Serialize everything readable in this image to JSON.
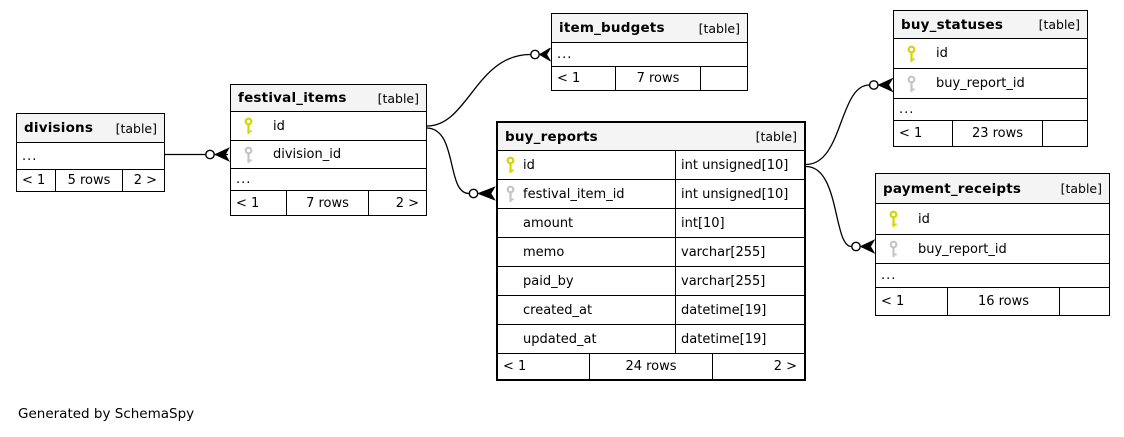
{
  "credit": "Generated by SchemaSpy",
  "colors": {
    "primary_key_icon": "#d4d400",
    "foreign_key_icon": "#c4c4c4",
    "table_header_bg": "#f4f4f4",
    "border": "#000000",
    "background": "#ffffff"
  },
  "tables": {
    "divisions": {
      "title": "divisions",
      "tag": "[table]",
      "ellipsis": "...",
      "pager": {
        "prev": "< 1",
        "count": "5 rows",
        "next": "2 >"
      }
    },
    "festival_items": {
      "title": "festival_items",
      "tag": "[table]",
      "ellipsis": "...",
      "columns": [
        {
          "name": "id",
          "key": "primary",
          "icon": "primary-key-icon"
        },
        {
          "name": "division_id",
          "key": "foreign",
          "icon": "foreign-key-icon"
        }
      ],
      "pager": {
        "prev": "< 1",
        "count": "7 rows",
        "next": "2 >"
      }
    },
    "item_budgets": {
      "title": "item_budgets",
      "tag": "[table]",
      "ellipsis": "...",
      "pager": {
        "prev": "< 1",
        "count": "7 rows",
        "next": ""
      }
    },
    "buy_reports": {
      "title": "buy_reports",
      "tag": "[table]",
      "columns": [
        {
          "name": "id",
          "type": "int unsigned[10]",
          "key": "primary",
          "icon": "primary-key-icon"
        },
        {
          "name": "festival_item_id",
          "type": "int unsigned[10]",
          "key": "foreign",
          "icon": "foreign-key-icon"
        },
        {
          "name": "amount",
          "type": "int[10]",
          "key": ""
        },
        {
          "name": "memo",
          "type": "varchar[255]",
          "key": ""
        },
        {
          "name": "paid_by",
          "type": "varchar[255]",
          "key": ""
        },
        {
          "name": "created_at",
          "type": "datetime[19]",
          "key": ""
        },
        {
          "name": "updated_at",
          "type": "datetime[19]",
          "key": ""
        }
      ],
      "pager": {
        "prev": "< 1",
        "count": "24 rows",
        "next": "2 >"
      }
    },
    "buy_statuses": {
      "title": "buy_statuses",
      "tag": "[table]",
      "ellipsis": "...",
      "columns": [
        {
          "name": "id",
          "key": "primary",
          "icon": "primary-key-icon"
        },
        {
          "name": "buy_report_id",
          "key": "foreign",
          "icon": "foreign-key-icon"
        }
      ],
      "pager": {
        "prev": "< 1",
        "count": "23 rows",
        "next": ""
      }
    },
    "payment_receipts": {
      "title": "payment_receipts",
      "tag": "[table]",
      "ellipsis": "...",
      "columns": [
        {
          "name": "id",
          "key": "primary",
          "icon": "primary-key-icon"
        },
        {
          "name": "buy_report_id",
          "key": "foreign",
          "icon": "foreign-key-icon"
        }
      ],
      "pager": {
        "prev": "< 1",
        "count": "16 rows",
        "next": ""
      }
    }
  },
  "relationships": [
    {
      "from_table": "divisions",
      "to_table": "festival_items",
      "to_column": "division_id",
      "marker": "circle-crow-arrow"
    },
    {
      "from_table": "festival_items",
      "from_column": "id",
      "to_table": "item_budgets",
      "marker": "circle-crow-arrow"
    },
    {
      "from_table": "festival_items",
      "from_column": "id",
      "to_table": "buy_reports",
      "to_column": "festival_item_id",
      "marker": "circle-crow-arrow"
    },
    {
      "from_table": "buy_reports",
      "from_column": "id",
      "to_table": "buy_statuses",
      "to_column": "buy_report_id",
      "marker": "circle-crow-arrow"
    },
    {
      "from_table": "buy_reports",
      "from_column": "id",
      "to_table": "payment_receipts",
      "to_column": "buy_report_id",
      "marker": "circle-crow-arrow"
    }
  ]
}
